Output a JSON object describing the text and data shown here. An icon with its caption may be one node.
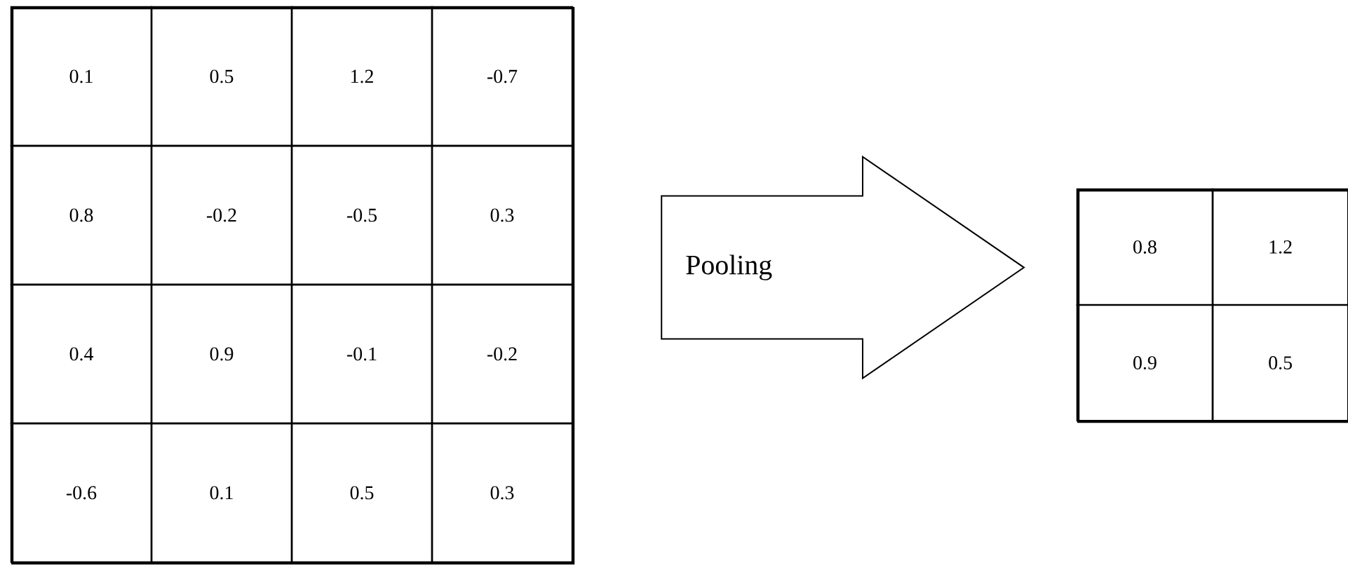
{
  "diagram": {
    "nodes": [
      {
        "text": [],
        "shape": "box"
      },
      {
        "text": [
          "0.1"
        ],
        "in": 0
      },
      {
        "text": [
          "0.5"
        ],
        "in": 0
      },
      {
        "text": [
          "1.2"
        ],
        "in": 0
      },
      {
        "text": [
          "-0.7"
        ],
        "in": 0
      },
      {
        "text": [
          "0.8"
        ],
        "in": 0
      },
      {
        "text": [
          "-0.2"
        ],
        "in": 0
      },
      {
        "text": [
          "-0.5"
        ],
        "in": 0
      },
      {
        "text": [
          "0.3"
        ],
        "in": 0
      },
      {
        "text": [
          "0.4"
        ],
        "in": 0
      },
      {
        "text": [
          "0.9"
        ],
        "in": 0
      },
      {
        "text": [
          "-0.1"
        ],
        "in": 0
      },
      {
        "text": [
          "-0.2"
        ],
        "in": 0
      },
      {
        "text": [
          "-0.6"
        ],
        "in": 0
      },
      {
        "text": [
          "0.1"
        ],
        "in": 0
      },
      {
        "text": [
          "0.5"
        ],
        "in": 0
      },
      {
        "text": [
          "0.3"
        ],
        "in": 0
      },
      {
        "text": [],
        "shape": "box"
      },
      {
        "text": [
          "0.8"
        ],
        "in": 17
      },
      {
        "text": [
          "1.2"
        ],
        "in": 17
      },
      {
        "text": [
          "0.9"
        ],
        "in": 17
      },
      {
        "text": [
          "0.5"
        ],
        "in": 17
      }
    ],
    "edges": [
      {
        "from": 0,
        "to": 17,
        "arrow": "to",
        "label": "Pooling"
      }
    ]
  }
}
